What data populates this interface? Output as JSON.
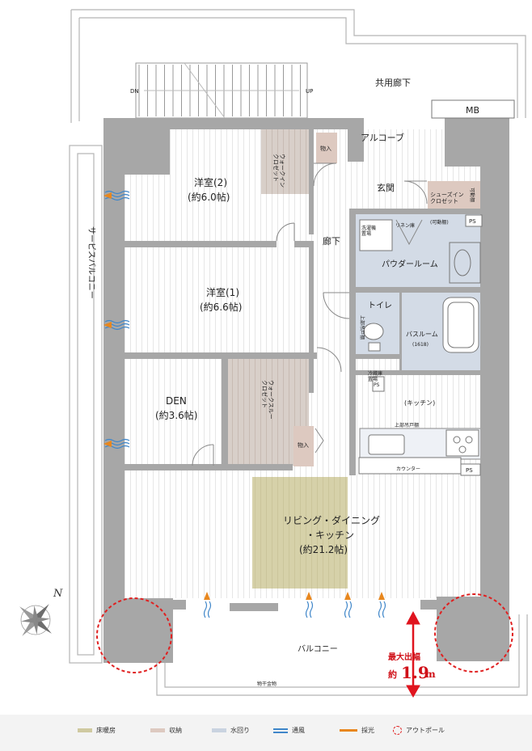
{
  "compass": {
    "label": "N"
  },
  "rooms": {
    "common_corridor": "共用廊下",
    "mb": "MB",
    "alcove": "アルコーブ",
    "entrance": "玄関",
    "corridor": "廊下",
    "storage_top": "物入",
    "storage_mid": "物入",
    "wic": "ウォークイン\nクロゼット",
    "shoes_closet": "シューズイン\nクロゼット",
    "movable_shelf_v": "可動棚",
    "movable_shelf_h": "(可動棚)",
    "ps_1": "PS",
    "ps_2": "PS",
    "ps_3": "PS",
    "washer": "洗濯機\n置場",
    "linen": "リネン庫",
    "powder_room": "パウダールーム",
    "toilet": "トイレ",
    "toilet_shelf": "上部吊戸棚",
    "bathroom": "バスルーム",
    "bath_size": "(1618)",
    "fridge": "冷蔵庫\n置場",
    "kitchen": "(キッチン)",
    "upper_cabinet": "上部吊戸棚",
    "counter": "カウンター",
    "western2_name": "洋室(2)",
    "western2_size": "(約6.0帖)",
    "western1_name": "洋室(1)",
    "western1_size": "(約6.6帖)",
    "den_name": "DEN",
    "den_size": "(約3.6帖)",
    "wtc": "ウォークスルー\nクロゼット",
    "ldk_name": "リビング・ダイニング",
    "ldk_sub": "・キッチン",
    "ldk_size": "(約21.2帖)",
    "service_balcony": "サービスバルコニー",
    "balcony": "バルコニー",
    "laundry_rail": "物干金物",
    "dn": "DN",
    "up": "UP"
  },
  "balcony_depth": {
    "label": "最大出幅",
    "prefix": "約",
    "value": "1.9",
    "unit": "m"
  },
  "legend": [
    {
      "label": "床暖房",
      "color": "#cfc9a0",
      "kind": "swatch"
    },
    {
      "label": "収納",
      "color": "#ddc9c0",
      "kind": "swatch"
    },
    {
      "label": "水回り",
      "color": "#c9d3e0",
      "kind": "swatch"
    },
    {
      "label": "通風",
      "color": "#3f86c9",
      "kind": "wave"
    },
    {
      "label": "採光",
      "color": "#e8871e",
      "kind": "arrow"
    },
    {
      "label": "アウトポール",
      "color": "#e02020",
      "kind": "circle"
    }
  ],
  "colors": {
    "floor_heating": "#d6d1a9",
    "storage": "#ddc9c0",
    "water": "#d3dbe6",
    "wall": "#a7a7a7",
    "outpole": "#e02020",
    "ventilation": "#3f86c9",
    "daylight": "#e8871e"
  }
}
